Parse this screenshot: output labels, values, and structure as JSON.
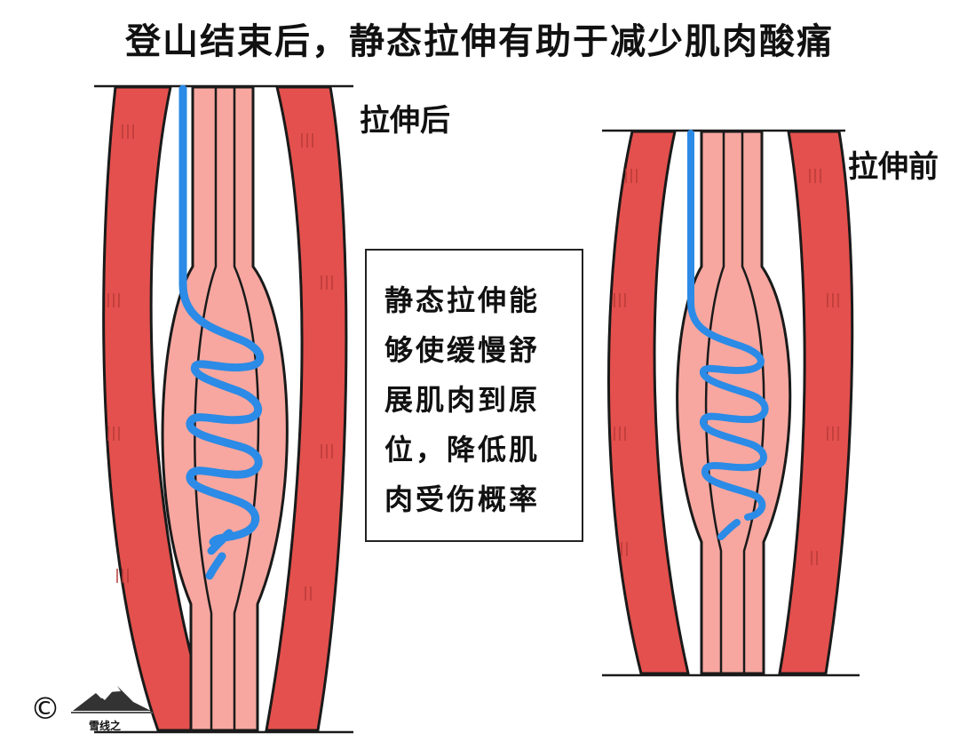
{
  "title": "登山结束后，静态拉伸有助于减少肌肉酸痛",
  "labels": {
    "after": "拉伸后",
    "before": "拉伸前"
  },
  "note": "静态拉伸能够使缓慢舒展肌肉到原位，降低肌肉受伤概率",
  "watermark": {
    "symbol": "©",
    "text": "雪线之"
  },
  "colors": {
    "outer_muscle": "#e4504d",
    "inner_muscle": "#f7a7a0",
    "nerve": "#2b8be6",
    "outline": "#1a1a1a"
  }
}
